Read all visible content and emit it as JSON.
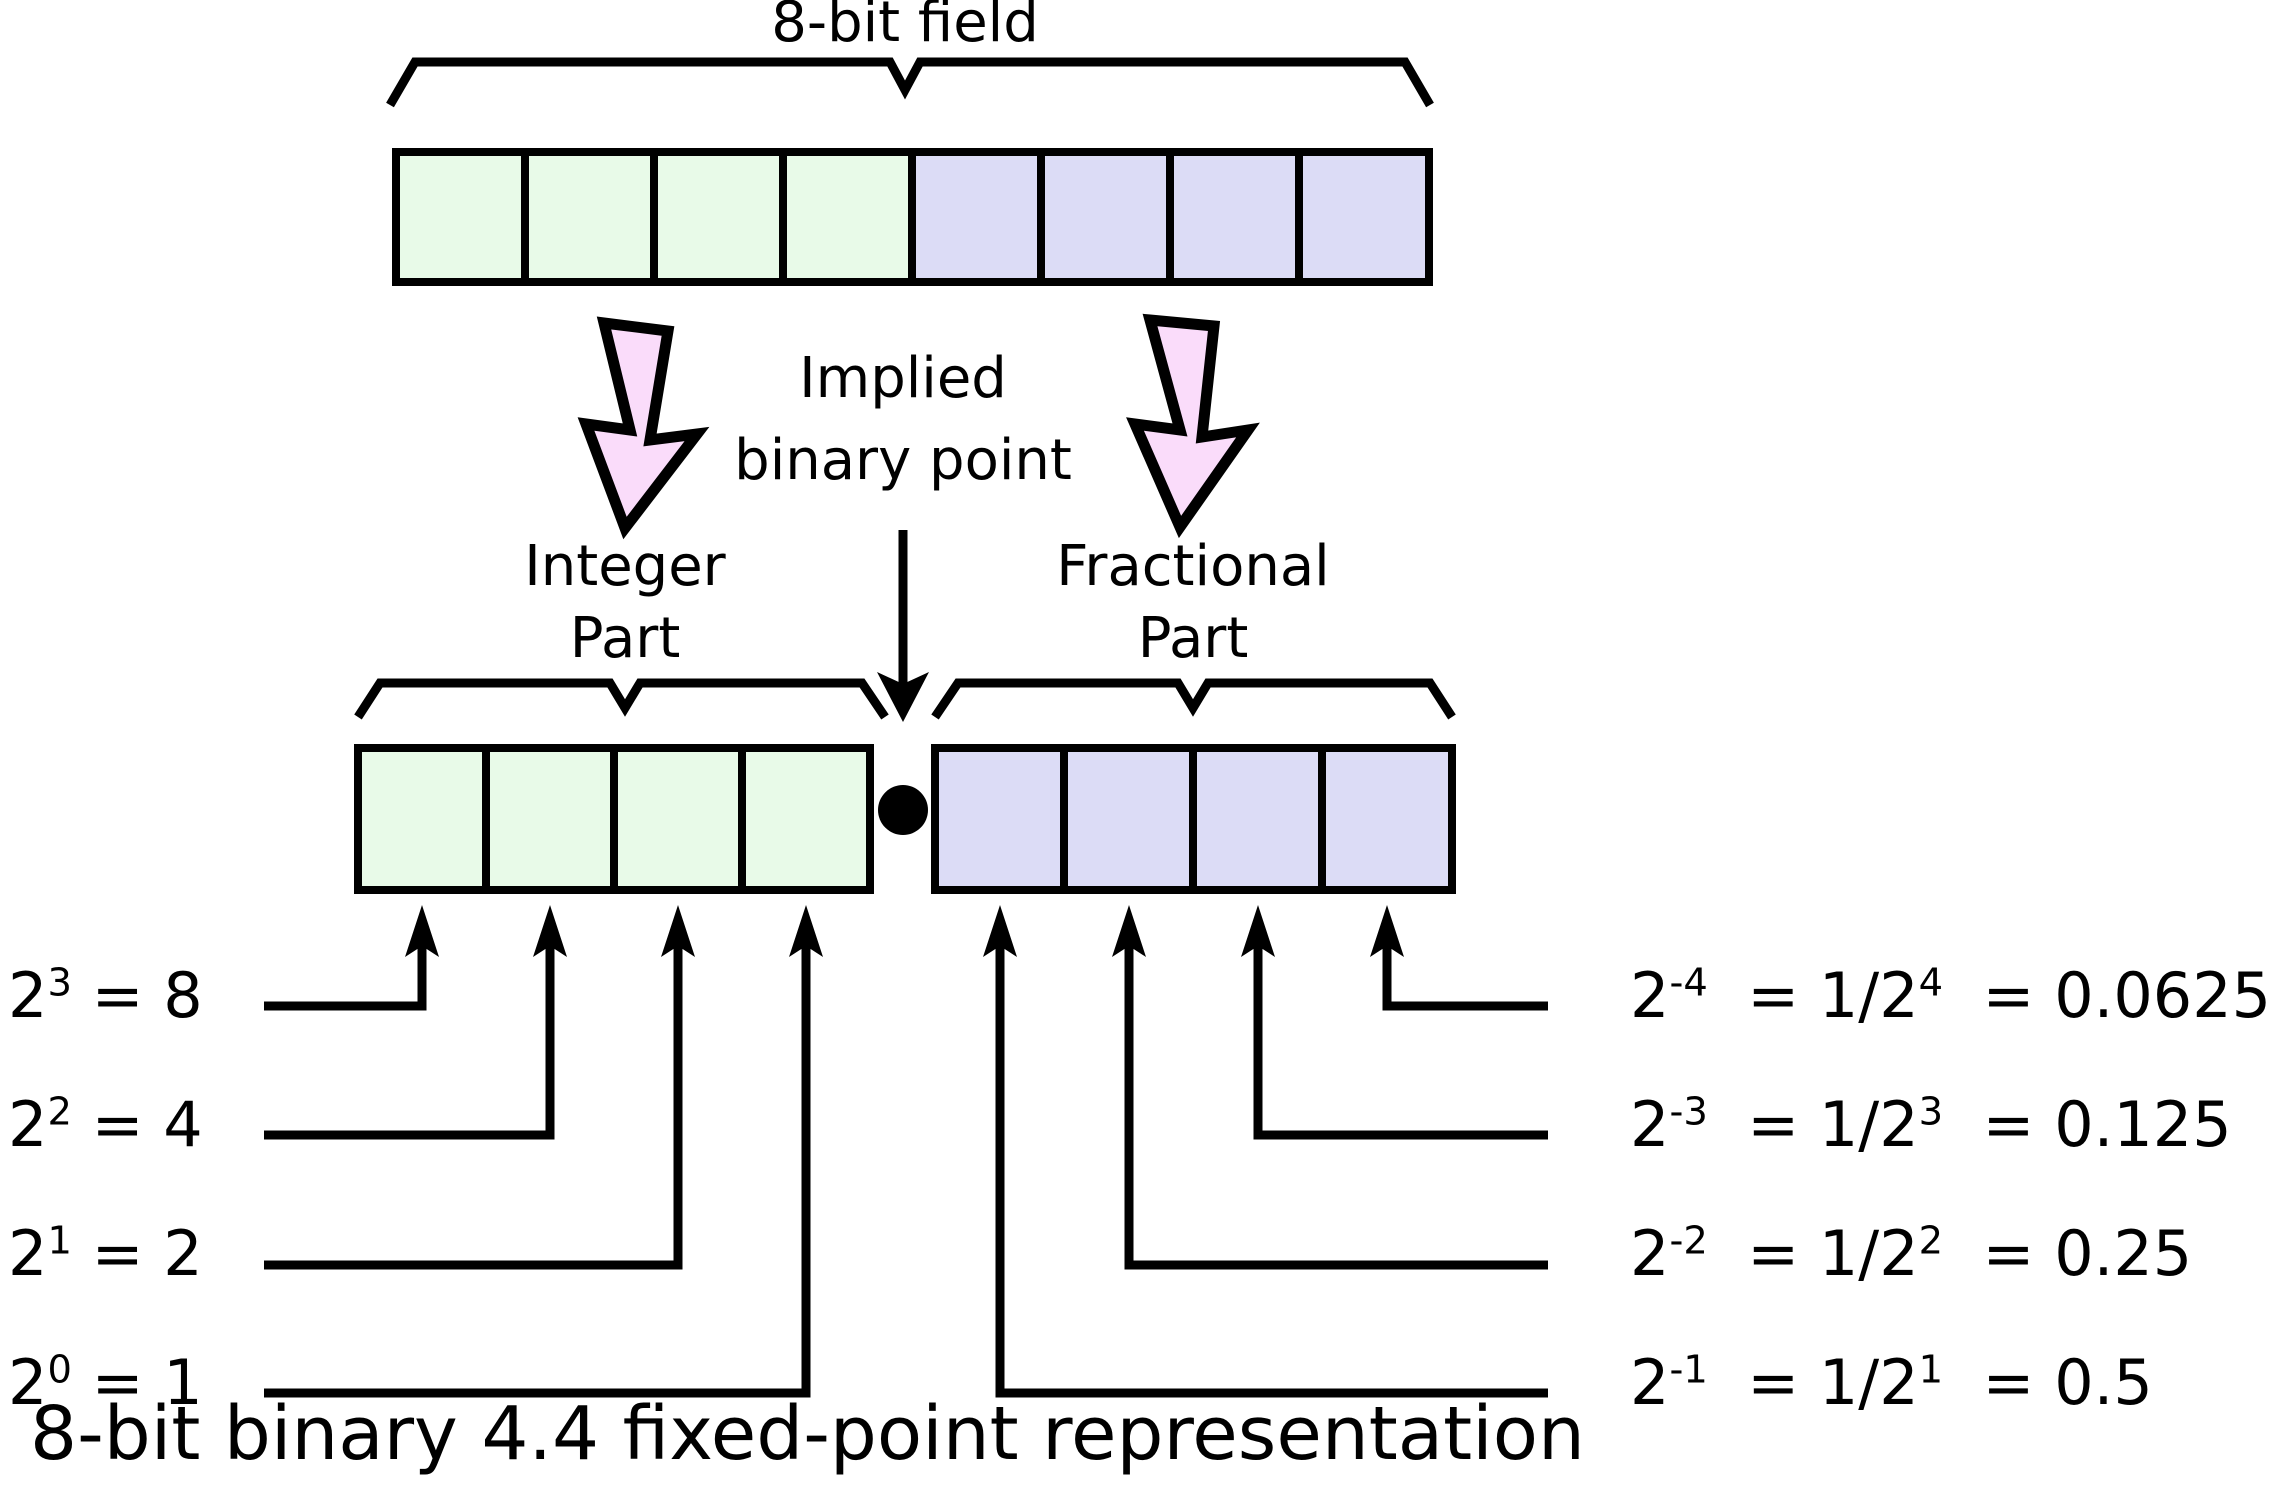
{
  "diagram": {
    "title": "8-bit field",
    "implied_point_label_line1": "Implied",
    "implied_point_label_line2": "binary point",
    "integer_part_line1": "Integer",
    "integer_part_line2": "Part",
    "fractional_part_line1": "Fractional",
    "fractional_part_line2": "Part",
    "caption": "8-bit binary 4.4 fixed-point representation",
    "binary_point_symbol": "•"
  },
  "colors": {
    "integer_cell_fill": "#e8fae8",
    "fractional_cell_fill": "#dcdcf6",
    "arrow_fill": "#fadcfa",
    "stroke": "#000000",
    "background": "#ffffff"
  },
  "top_field": {
    "total_bits": 8,
    "integer_bits": 4,
    "fractional_bits": 4,
    "cells": [
      {
        "index": 0,
        "group": "integer"
      },
      {
        "index": 1,
        "group": "integer"
      },
      {
        "index": 2,
        "group": "integer"
      },
      {
        "index": 3,
        "group": "integer"
      },
      {
        "index": 4,
        "group": "fractional"
      },
      {
        "index": 5,
        "group": "fractional"
      },
      {
        "index": 6,
        "group": "fractional"
      },
      {
        "index": 7,
        "group": "fractional"
      }
    ]
  },
  "integer_weights": [
    {
      "power": "2",
      "exponent": "3",
      "equals": "= 8",
      "text": "2³ = 8",
      "value": 8
    },
    {
      "power": "2",
      "exponent": "2",
      "equals": "= 4",
      "text": "2² = 4",
      "value": 4
    },
    {
      "power": "2",
      "exponent": "1",
      "equals": "= 2",
      "text": "2¹ = 2",
      "value": 2
    },
    {
      "power": "2",
      "exponent": "0",
      "equals": "= 1",
      "text": "2⁰ = 1",
      "value": 1
    }
  ],
  "fractional_weights": [
    {
      "power": "2",
      "exponent": "-4",
      "fraction": "1/2",
      "fraction_exponent": "4",
      "decimal": "0.0625",
      "text": "2⁻⁴ = 1/2⁴ = 0.0625",
      "value": 0.0625
    },
    {
      "power": "2",
      "exponent": "-3",
      "fraction": "1/2",
      "fraction_exponent": "3",
      "decimal": "0.125",
      "text": "2⁻³ = 1/2³ = 0.125",
      "value": 0.125
    },
    {
      "power": "2",
      "exponent": "-2",
      "fraction": "1/2",
      "fraction_exponent": "2",
      "decimal": "0.25",
      "text": "2⁻² = 1/2² = 0.25",
      "value": 0.25
    },
    {
      "power": "2",
      "exponent": "-1",
      "fraction": "1/2",
      "fraction_exponent": "1",
      "decimal": "0.5",
      "text": "2⁻¹ = 1/2¹ = 0.5",
      "value": 0.5
    }
  ]
}
